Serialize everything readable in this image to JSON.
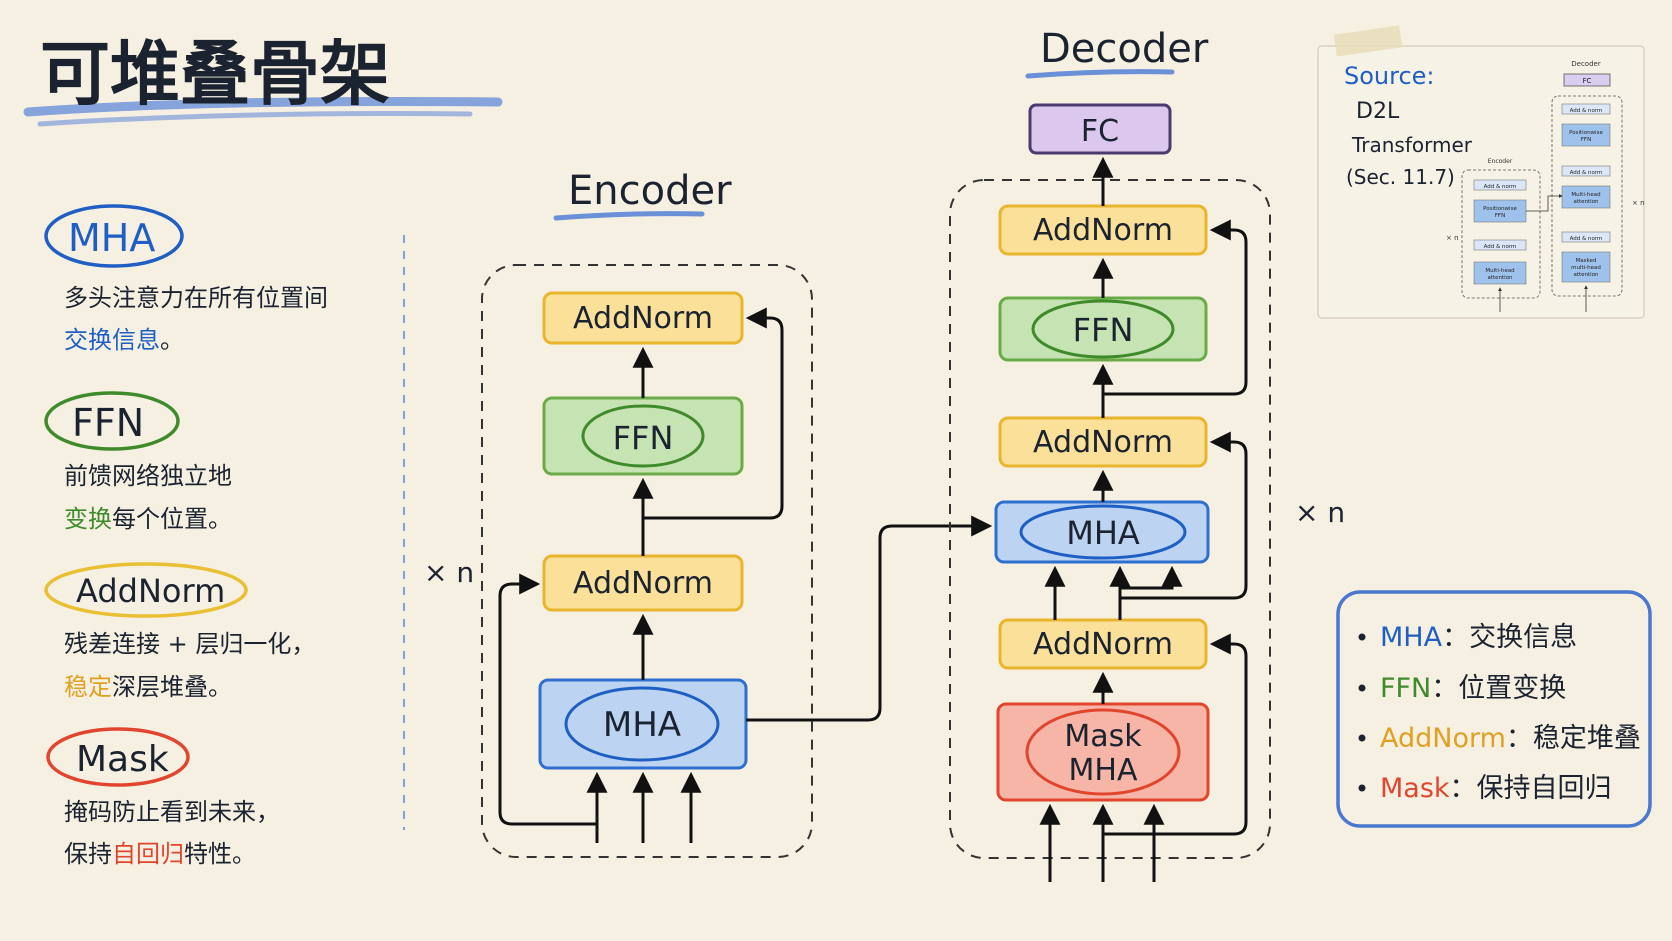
{
  "title": "可堆叠骨架",
  "sidebar": {
    "mha": {
      "label": "MHA",
      "line1": "多头注意力在所有位置间",
      "line2_highlight": "交换信息",
      "line2_tail": "。"
    },
    "ffn": {
      "label": "FFN",
      "line1": "前馈网络独立地",
      "line2_highlight": "变换",
      "line2_tail": "每个位置。"
    },
    "addnorm": {
      "label": "AddNorm",
      "line1": "残差连接 + 层归一化，",
      "line2_highlight": "稳定",
      "line2_tail": "深层堆叠。"
    },
    "mask": {
      "label": "Mask",
      "line1": "掩码防止看到未来，",
      "line2_head": "保持",
      "line2_highlight": "自回归",
      "line2_tail": "特性。"
    }
  },
  "encoder": {
    "title": "Encoder",
    "repeat": "× n",
    "addnorm_top": "AddNorm",
    "ffn": "FFN",
    "addnorm_bottom": "AddNorm",
    "mha": "MHA"
  },
  "decoder": {
    "title": "Decoder",
    "repeat": "× n",
    "fc": "FC",
    "addnorm_top": "AddNorm",
    "ffn": "FFN",
    "addnorm_mid": "AddNorm",
    "mha": "MHA",
    "addnorm_bottom": "AddNorm",
    "mask_line1": "Mask",
    "mask_line2": "MHA"
  },
  "source": {
    "label": "Source:",
    "line1": "D2L",
    "line2": "Transformer",
    "line3": "(Sec. 11.7)",
    "thumb": {
      "decoder": "Decoder",
      "encoder": "Encoder",
      "fc": "FC",
      "add_norm": "Add & norm",
      "positionwise_line1": "Positionwise",
      "positionwise_line2": "FFN",
      "multihead_line1": "Multi-head",
      "multihead_line2": "attention",
      "masked_line1": "Masked",
      "masked_line2": "multi-head",
      "masked_line3": "attention",
      "xn": "× n"
    }
  },
  "legend": {
    "items": [
      {
        "key": "MHA",
        "value": "交换信息"
      },
      {
        "key": "FFN",
        "value": "位置变换"
      },
      {
        "key": "AddNorm",
        "value": "稳定堆叠"
      },
      {
        "key": "Mask",
        "value": "保持自回归"
      }
    ],
    "separator": "："
  },
  "colors": {
    "mha": "#1f5fc4",
    "ffn": "#3f8a2a",
    "addnorm": "#e0a020",
    "mask": "#e2452e",
    "fc": "#7a4fb0"
  }
}
